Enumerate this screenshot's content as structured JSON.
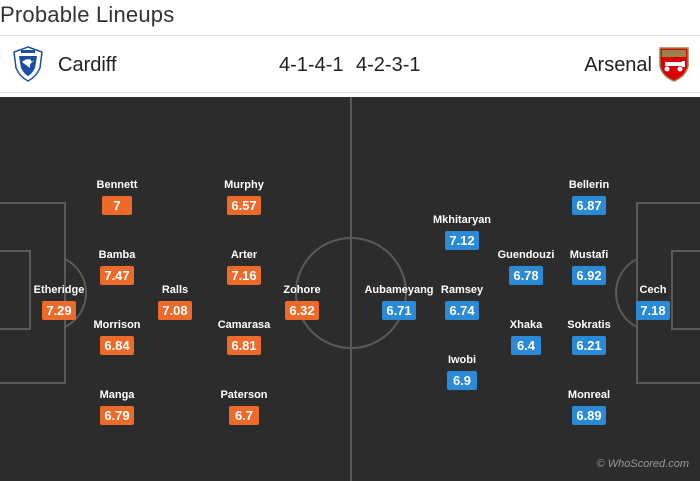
{
  "page_title": "Probable Lineups",
  "home_team": {
    "name": "Cardiff",
    "formation": "4-1-4-1",
    "crest_icon": "cardiff-bluebird-crest-icon",
    "color": "#ec6a2a",
    "players": [
      {
        "name": "Etheridge",
        "rating": "7.29"
      },
      {
        "name": "Bennett",
        "rating": "7"
      },
      {
        "name": "Bamba",
        "rating": "7.47"
      },
      {
        "name": "Morrison",
        "rating": "6.84"
      },
      {
        "name": "Manga",
        "rating": "6.79"
      },
      {
        "name": "Ralls",
        "rating": "7.08"
      },
      {
        "name": "Murphy",
        "rating": "6.57"
      },
      {
        "name": "Arter",
        "rating": "7.16"
      },
      {
        "name": "Camarasa",
        "rating": "6.81"
      },
      {
        "name": "Paterson",
        "rating": "6.7"
      },
      {
        "name": "Zohore",
        "rating": "6.32"
      }
    ]
  },
  "away_team": {
    "name": "Arsenal",
    "formation": "4-2-3-1",
    "crest_icon": "arsenal-cannon-crest-icon",
    "color": "#2b8ad6",
    "players": [
      {
        "name": "Aubameyang",
        "rating": "6.71"
      },
      {
        "name": "Mkhitaryan",
        "rating": "7.12"
      },
      {
        "name": "Ramsey",
        "rating": "6.74"
      },
      {
        "name": "Iwobi",
        "rating": "6.9"
      },
      {
        "name": "Guendouzi",
        "rating": "6.78"
      },
      {
        "name": "Xhaka",
        "rating": "6.4"
      },
      {
        "name": "Bellerin",
        "rating": "6.87"
      },
      {
        "name": "Mustafi",
        "rating": "6.92"
      },
      {
        "name": "Sokratis",
        "rating": "6.21"
      },
      {
        "name": "Monreal",
        "rating": "6.89"
      },
      {
        "name": "Cech",
        "rating": "7.18"
      }
    ]
  },
  "watermark": "© WhoScored.com"
}
